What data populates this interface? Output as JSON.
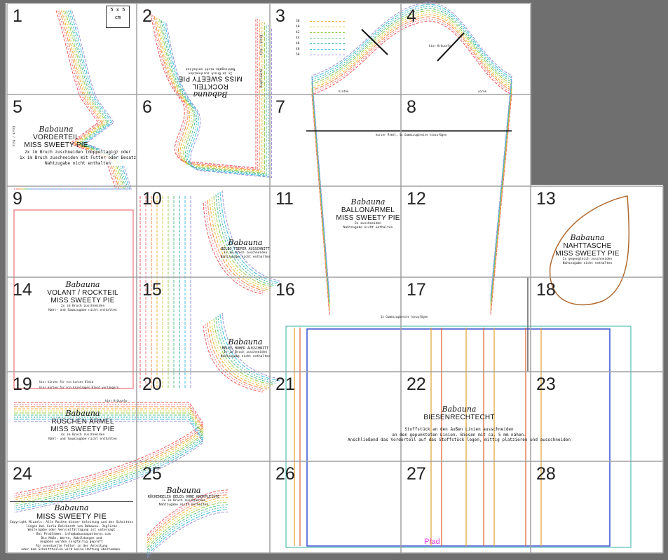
{
  "page_numbers": [
    "1",
    "2",
    "3",
    "4",
    "5",
    "6",
    "7",
    "8",
    "9",
    "10",
    "11",
    "12",
    "13",
    "14",
    "15",
    "16",
    "17",
    "18",
    "19",
    "20",
    "21",
    "22",
    "23",
    "24",
    "25",
    "26",
    "27",
    "28"
  ],
  "scale_box": {
    "line1": "5 x 5",
    "line2": "cm"
  },
  "size_legend": [
    "38",
    "40",
    "42",
    "44",
    "46",
    "48",
    "50"
  ],
  "brand": "Babauna",
  "pieces": {
    "vorderteil": {
      "title": "VORDERTEIL",
      "subtitle": "MISS SWEETY PIE",
      "note1": "2x im Bruch zuschneiden (doppellagig) oder",
      "note2": "1x im Bruch zuschneiden mit Futter oder Besatz",
      "note3": "Nahtzugabe nicht enthalten",
      "fold": "Bruch / fold"
    },
    "rockteil": {
      "title": "ROCKTEIL",
      "subtitle": "MISS SWEETY PIE",
      "note1": "2x im Bruch zuschneiden",
      "note2": "Nahtzugabe nicht enthalten",
      "side": "Knopfleiste",
      "fold": "Bruch / fold"
    },
    "ballonarmel": {
      "title": "BALLONÄRMEL",
      "subtitle": "MISS SWEETY PIE",
      "note1": "2x zuschneiden",
      "note2": "Nahtzugabe nicht enthalten",
      "gather": "hier Kräuseln",
      "back": "hinten",
      "front": "vorne",
      "short": "kurzer Ärmel, 1x Gummizugbreite hinzufügen",
      "hem": "1x Gummizugbreite hinzufügen"
    },
    "nahttasche": {
      "title": "NAHTTASCHE",
      "subtitle": "MISS SWEETY PIE",
      "note1": "2x gegengleich zuschneiden",
      "note2": "Nahtzugabe nicht enthalten"
    },
    "beleg_tief": {
      "title": "BELEG TIEFER AUSSCHNITT",
      "note1": "1x im Bruch zuschneiden",
      "note2": "Nahtzugabe nicht enthalten"
    },
    "beleg_hoch": {
      "title": "BELEG HOHER AUSSCHNITT",
      "note1": "1x im Bruch zuschneiden",
      "note2": "Nahtzugabe nicht enthalten"
    },
    "volant": {
      "title": "VOLANT / ROCKTEIL",
      "subtitle": "MISS SWEETY PIE",
      "note1": "2x im Bruch zuschneiden",
      "note2": "Naht- und Saumzugabe nicht enthalten",
      "extend1": "hier kürzen für ein kurzes Kleid",
      "extend2": "hier kürzen für ein knielanges Kleid verlängern"
    },
    "ruschen": {
      "title": "RÜSCHEN ÄRMEL",
      "subtitle": "MISS SWEETY PIE",
      "note1": "4x im Bruch zuschneiden",
      "note2": "Naht- und Saumzugabe nicht enthalten",
      "gather": "hier Kräuseln"
    },
    "ruckenbeleg": {
      "title": "RÜCKENBELEG BELEG OHNE KNOPFLEISTE",
      "note1": "1x im Bruch zuschneiden",
      "note2": "Nahtzugabe nicht enthalten"
    },
    "biesen": {
      "title": "BIESENRECHTECHT",
      "line1": "Stoffstück an den äußen Linien ausschneiden",
      "line2": "an den gepunkteten Linien. Biesen mit ca. 5 mm nähen.",
      "line3": "Anschließend das Vorderteil auf das Stoffstück legen, mittig platzieren und ausschneiden"
    },
    "cover": {
      "title": "MISS SWEETY PIE",
      "copy1": "Copyright Mizzels: Alle Rechte dieser Anleitung und des Schnittes",
      "copy2": "liegen bei Carla Reichardt von Babauna. Jegliche",
      "copy3": "Weitergabe oder Vervielfältigung ist untersagt",
      "copy4": "- Bei Problemen: info@babaunapatterns.com",
      "copy5": "Die Maße, Werte, Abbildungen und",
      "copy6": "Angaben wurden sorgfältig geprüft",
      "copy7": "Für eventuelle Fehler in der Anleitung",
      "copy8": "oder dem Schnittteilen wird keine Haftung übernommen."
    }
  },
  "path_label": "Pfad",
  "colors": {
    "size_lines": [
      "#e8545a",
      "#f07a8a",
      "#f3884a",
      "#f0b030",
      "#d8d040",
      "#9ccc50",
      "#50c090",
      "#30b0a8",
      "#40c0e0",
      "#9a8ed8"
    ],
    "page_grid": "#9a9a9a",
    "blue_rect": "#3a50d0",
    "pfad": "#e040e0"
  }
}
